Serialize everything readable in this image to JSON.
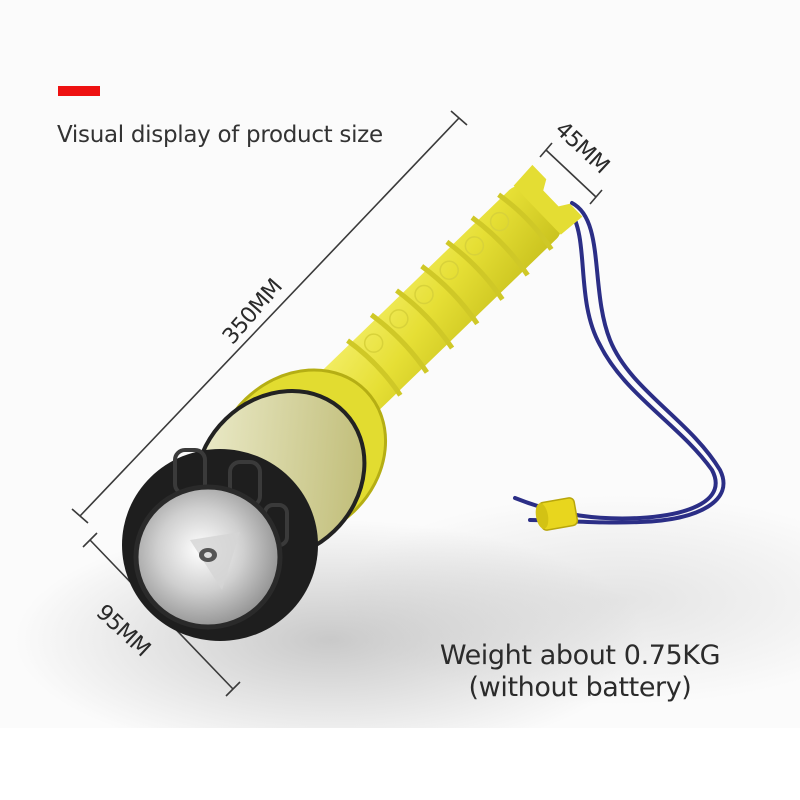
{
  "header": {
    "accent_color": "#ee1111",
    "title": "Visual display of product size"
  },
  "dimensions": {
    "length": "350MM",
    "tail_diameter": "45MM",
    "head_diameter": "95MM"
  },
  "weight": {
    "line1": "Weight about 0.75KG",
    "line2": "(without battery)"
  },
  "product": {
    "name": "dive-flashlight",
    "body_color": "#e8e23c",
    "head_color": "#1e1e1e",
    "lanyard_color": "#2b2e86",
    "switch_color": "#6b8fd6"
  }
}
